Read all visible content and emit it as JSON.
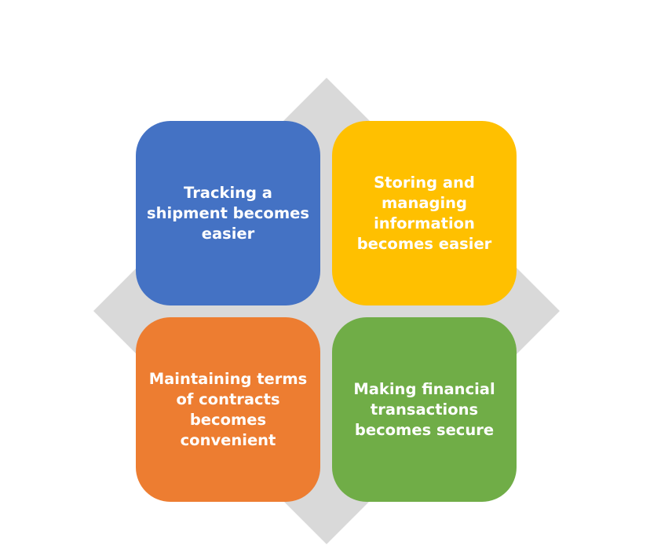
{
  "diagram": {
    "background_shape_color": "#d9d9d9",
    "tiles": [
      {
        "text": "Tracking a\nshipment becomes\neasier",
        "color": "#4472c4"
      },
      {
        "text": "Storing and\nmanaging\ninformation\nbecomes easier",
        "color": "#ffc000"
      },
      {
        "text": "Maintaining terms\nof contracts\nbecomes\nconvenient",
        "color": "#ed7d31"
      },
      {
        "text": "Making financial\ntransactions\nbecomes secure",
        "color": "#70ad47"
      }
    ]
  }
}
